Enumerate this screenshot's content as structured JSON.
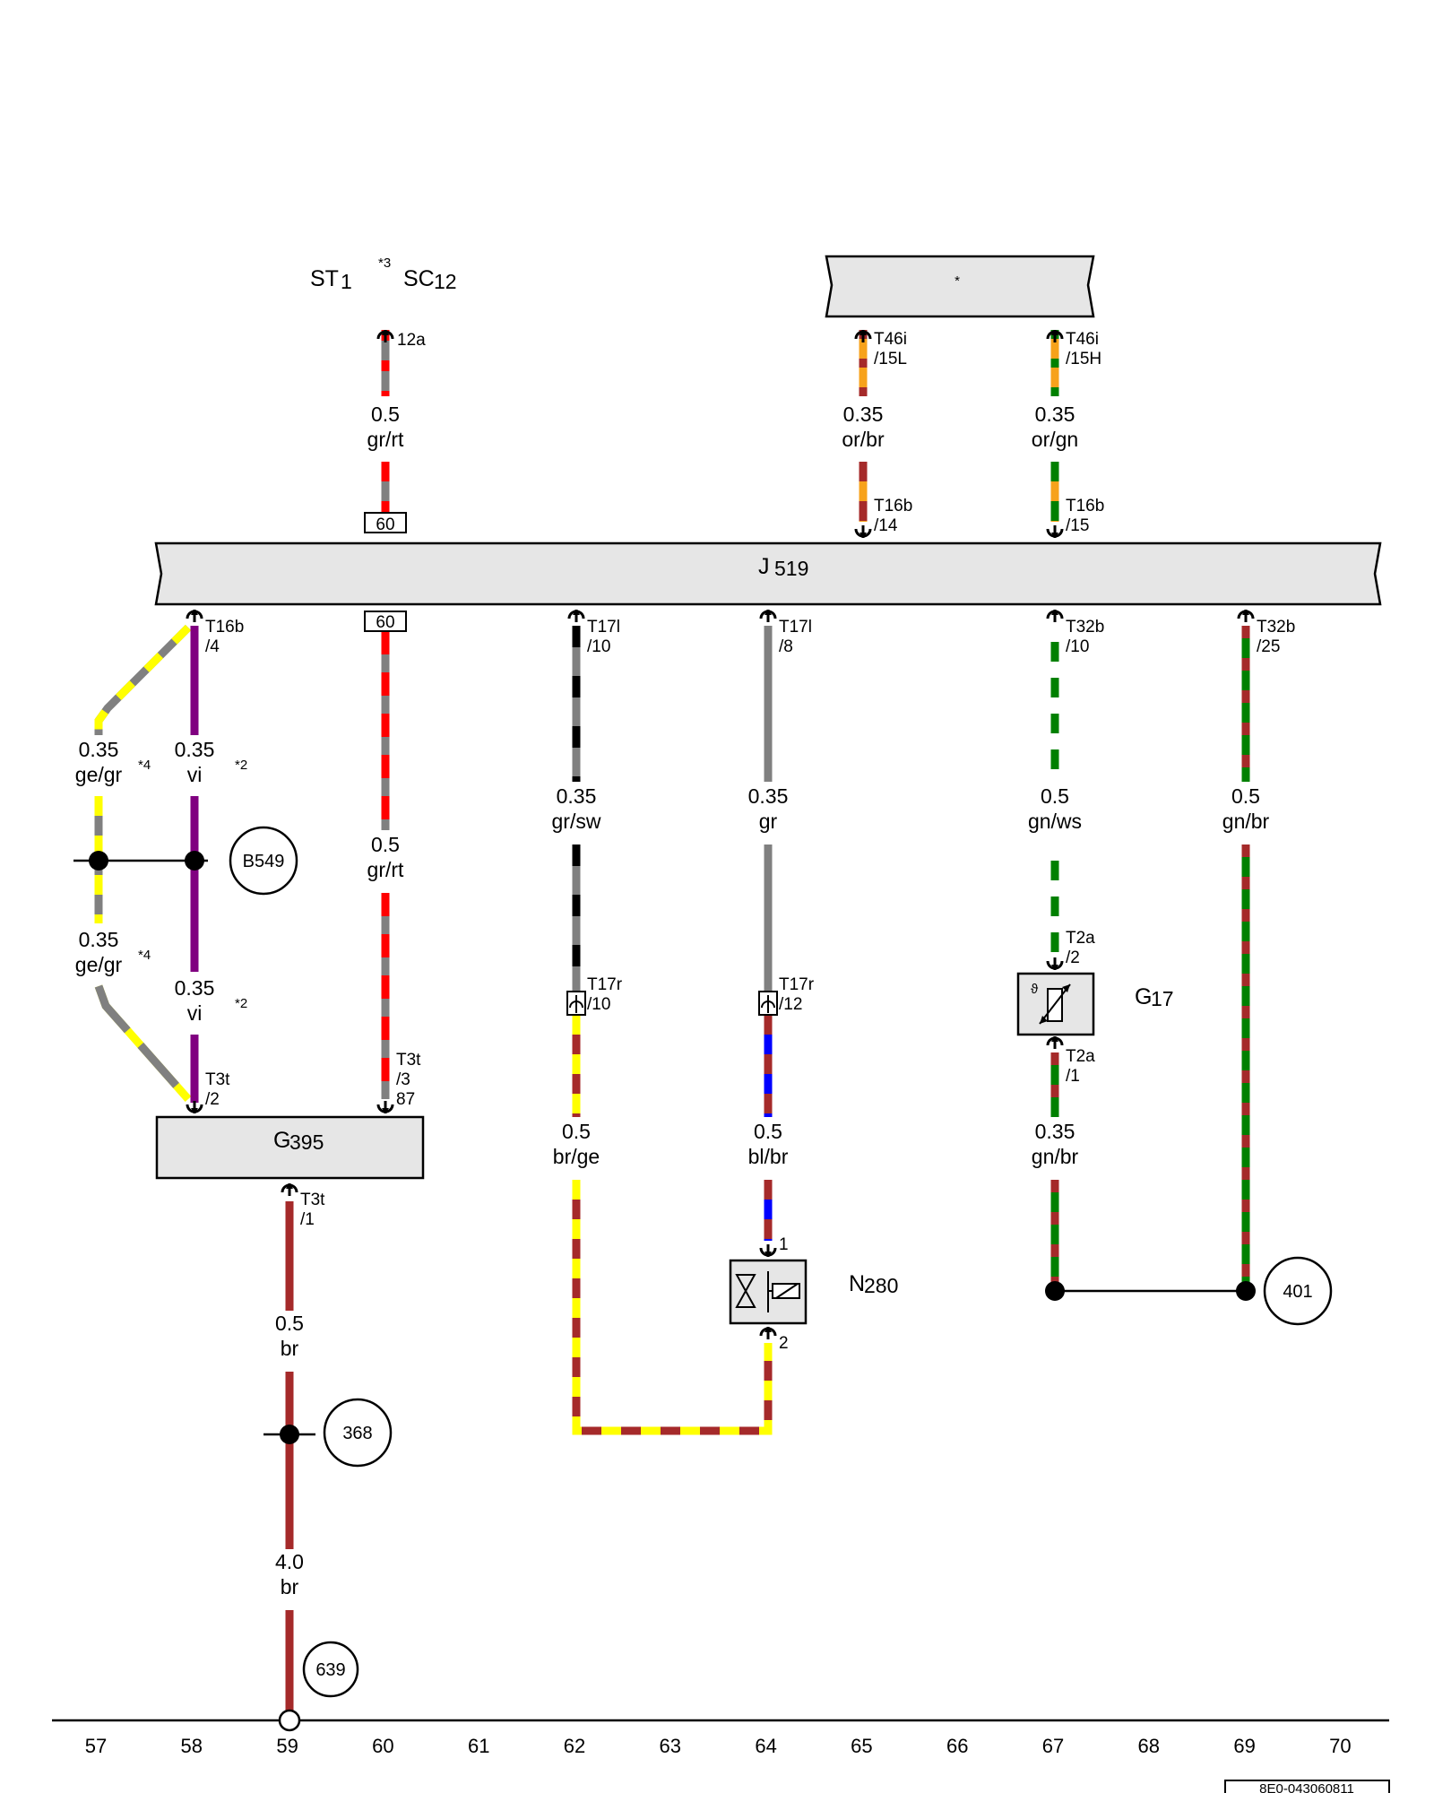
{
  "header": {
    "fuse_left": "ST",
    "fuse_left_sub": "1",
    "fuse_note": "*3",
    "fuse_right": "SC",
    "fuse_right_sub": "12",
    "fuse_pin": "12a",
    "top_box_label": "*"
  },
  "components": {
    "j519": {
      "letter": "J",
      "num": "519"
    },
    "g395": {
      "letter": "G",
      "num": "395"
    },
    "g17": {
      "letter": "G",
      "num": "17"
    },
    "n280": {
      "letter": "N",
      "num": "280"
    }
  },
  "terminals": {
    "t46i_15l": [
      "T46i",
      "/15L"
    ],
    "t46i_15h": [
      "T46i",
      "/15H"
    ],
    "t16b_14": [
      "T16b",
      "/14"
    ],
    "t16b_15": [
      "T16b",
      "/15"
    ],
    "t16b_4": [
      "T16b",
      "/4"
    ],
    "t17l_10": [
      "T17l",
      "/10"
    ],
    "t17l_8": [
      "T17l",
      "/8"
    ],
    "t32b_10": [
      "T32b",
      "/10"
    ],
    "t32b_25": [
      "T32b",
      "/25"
    ],
    "t17r_10": [
      "T17r",
      "/10"
    ],
    "t17r_12": [
      "T17r",
      "/12"
    ],
    "t2a_2": [
      "T2a",
      "/2"
    ],
    "t2a_1": [
      "T2a",
      "/1"
    ],
    "t3t_2": [
      "T3t",
      "/2"
    ],
    "t3t_3": [
      "T3t",
      "/3",
      "87"
    ],
    "t3t_1": [
      "T3t",
      "/1"
    ],
    "n280_pin1": "1",
    "n280_pin2": "2"
  },
  "relay_box": {
    "top": "60",
    "bottom": "60"
  },
  "wires": {
    "w1": [
      "0.5",
      "gr/rt"
    ],
    "w2": [
      "0.35",
      "or/br"
    ],
    "w3": [
      "0.35",
      "or/gn"
    ],
    "w4": [
      "0.35",
      "ge/gr"
    ],
    "w5": [
      "0.35",
      "vi"
    ],
    "w6": [
      "0.35",
      "ge/gr"
    ],
    "w7": [
      "0.35",
      "vi"
    ],
    "w8": [
      "0.5",
      "gr/rt"
    ],
    "w9": [
      "0.35",
      "gr/sw"
    ],
    "w10": [
      "0.35",
      "gr"
    ],
    "w11": [
      "0.5",
      "gn/ws"
    ],
    "w12": [
      "0.5",
      "gn/br"
    ],
    "w13": [
      "0.5",
      "br/ge"
    ],
    "w14": [
      "0.5",
      "bl/br"
    ],
    "w15": [
      "0.35",
      "gn/br"
    ],
    "w16": [
      "0.5",
      "br"
    ],
    "w17": [
      "4.0",
      "br"
    ]
  },
  "notes": {
    "n4a": "*4",
    "n2a": "*2",
    "n4b": "*4",
    "n2b": "*2"
  },
  "ground_points": {
    "b549": "B549",
    "g368": "368",
    "g639": "639",
    "g401": "401"
  },
  "column_numbers": [
    "57",
    "58",
    "59",
    "60",
    "61",
    "62",
    "63",
    "64",
    "65",
    "66",
    "67",
    "68",
    "69",
    "70"
  ],
  "footer_code": "8E0-043060811",
  "colors": {
    "gr": "#808080",
    "rt": "#ff0000",
    "or": "#f7a21b",
    "br": "#a52a2a",
    "gn": "#008000",
    "ge": "#ffff00",
    "vi": "#800080",
    "sw": "#000000",
    "ws": "#ffffff",
    "bl": "#0000ff",
    "box_fill": "#e6e6e6"
  }
}
